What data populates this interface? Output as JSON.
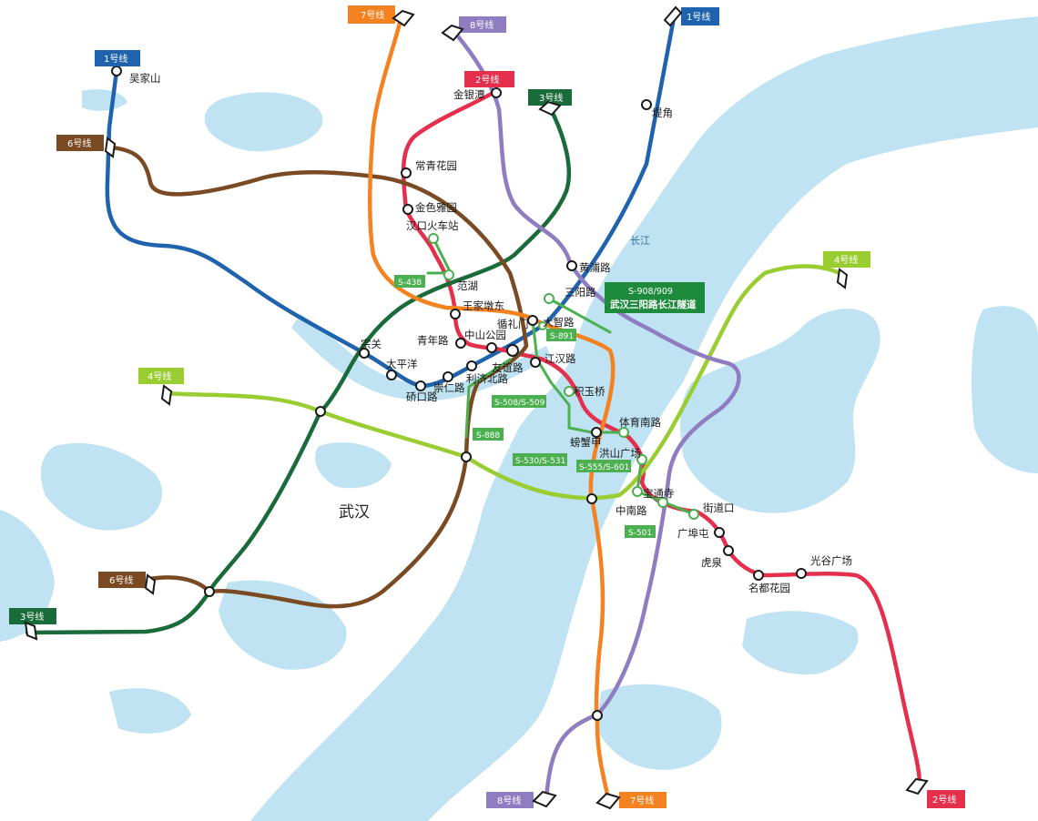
{
  "map": {
    "city_label": "武汉",
    "river_label": "长江",
    "tunnel_label": {
      "code": "S-908/909",
      "name": "武汉三阳路长江隧道"
    }
  },
  "colors": {
    "water": "#bfe3f2",
    "line1": "#1f62ad",
    "line2": "#e4304c",
    "line3": "#1a6b3a",
    "line4": "#9acd32",
    "line6": "#7a4a23",
    "line7": "#f58220",
    "line8": "#8f7cc1",
    "bus": "#4caf50"
  },
  "line_tags": [
    {
      "id": "1-north",
      "text": "1号线",
      "color": "#1f62ad"
    },
    {
      "id": "1-west",
      "text": "1号线",
      "color": "#1f62ad"
    },
    {
      "id": "2-north",
      "text": "2号线",
      "color": "#e4304c"
    },
    {
      "id": "2-south",
      "text": "2号线",
      "color": "#e4304c"
    },
    {
      "id": "3-north",
      "text": "3号线",
      "color": "#1a6b3a"
    },
    {
      "id": "3-south",
      "text": "3号线",
      "color": "#1a6b3a"
    },
    {
      "id": "4-east",
      "text": "4号线",
      "color": "#9acd32"
    },
    {
      "id": "4-west",
      "text": "4号线",
      "color": "#9acd32"
    },
    {
      "id": "6-north",
      "text": "6号线",
      "color": "#7a4a23"
    },
    {
      "id": "6-south",
      "text": "6号线",
      "color": "#7a4a23"
    },
    {
      "id": "7-north",
      "text": "7号线",
      "color": "#f58220"
    },
    {
      "id": "7-south",
      "text": "7号线",
      "color": "#f58220"
    },
    {
      "id": "8-north",
      "text": "8号线",
      "color": "#8f7cc1"
    },
    {
      "id": "8-south",
      "text": "8号线",
      "color": "#8f7cc1"
    }
  ],
  "stations": [
    {
      "name": "吴家山"
    },
    {
      "name": "堤角"
    },
    {
      "name": "金银潭"
    },
    {
      "name": "常青花园"
    },
    {
      "name": "金色雅园"
    },
    {
      "name": "汉口火车站"
    },
    {
      "name": "范湖"
    },
    {
      "name": "王家墩东"
    },
    {
      "name": "青年路"
    },
    {
      "name": "中山公园"
    },
    {
      "name": "循礼门"
    },
    {
      "name": "大智路"
    },
    {
      "name": "黄浦路"
    },
    {
      "name": "三阳路"
    },
    {
      "name": "江汉路"
    },
    {
      "name": "积玉桥"
    },
    {
      "name": "友谊路"
    },
    {
      "name": "利济北路"
    },
    {
      "name": "崇仁路"
    },
    {
      "name": "太平洋"
    },
    {
      "name": "宗关"
    },
    {
      "name": "硚口路"
    },
    {
      "name": "体育南路"
    },
    {
      "name": "螃蟹甲"
    },
    {
      "name": "洪山广场"
    },
    {
      "name": "宝通寺"
    },
    {
      "name": "中南路"
    },
    {
      "name": "街道口"
    },
    {
      "name": "广埠屯"
    },
    {
      "name": "虎泉"
    },
    {
      "name": "名都花园"
    },
    {
      "name": "光谷广场"
    }
  ],
  "bus_routes": [
    {
      "code": "S-438"
    },
    {
      "code": "S-891"
    },
    {
      "code": "S-508/S-509"
    },
    {
      "code": "S-888"
    },
    {
      "code": "S-530/S-531"
    },
    {
      "code": "S-555/S-601"
    },
    {
      "code": "S-501"
    }
  ]
}
